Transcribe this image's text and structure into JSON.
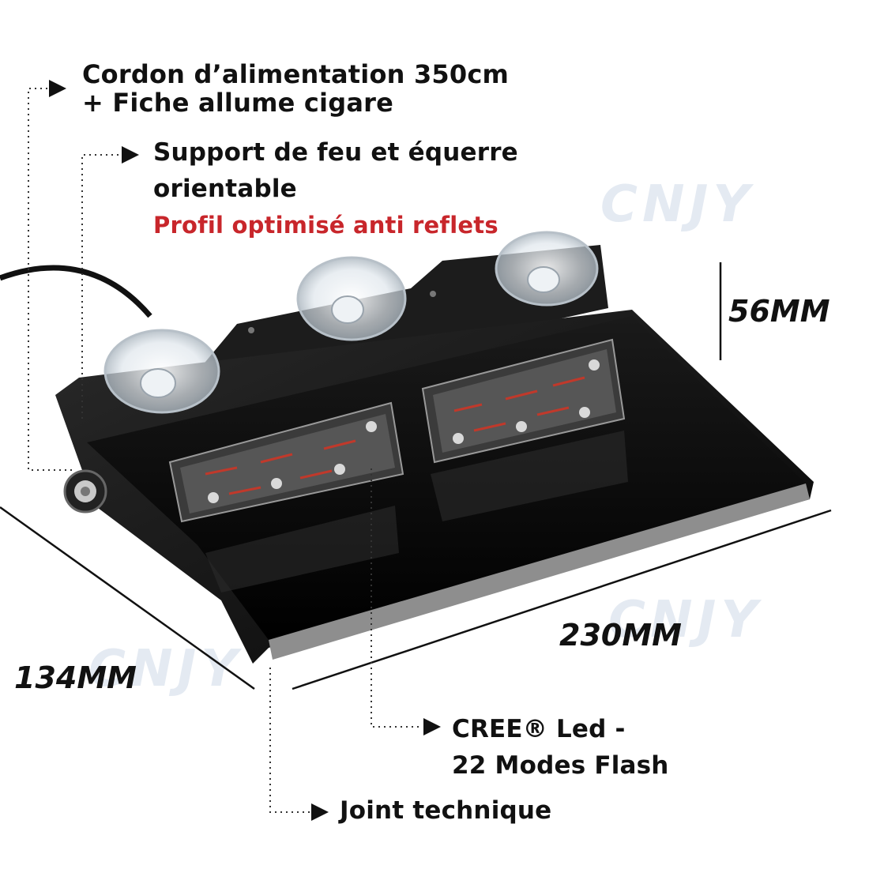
{
  "labels": {
    "power_line1": "Cordon d’alimentation 350cm",
    "power_line2": "+ Fiche allume cigare",
    "bracket_line1": "Support de feu et équerre",
    "bracket_line2": "orientable",
    "bracket_highlight": "Profil optimisé anti reflets",
    "cree_line1": "CREE® Led -",
    "cree_line2": "22 Modes Flash",
    "joint": "Joint technique"
  },
  "dimensions": {
    "height": "56MM",
    "width": "230MM",
    "depth": "134MM"
  },
  "watermark": "CNJY",
  "colors": {
    "text": "#111111",
    "highlight": "#c8262b",
    "watermark": "#e4eaf2"
  }
}
